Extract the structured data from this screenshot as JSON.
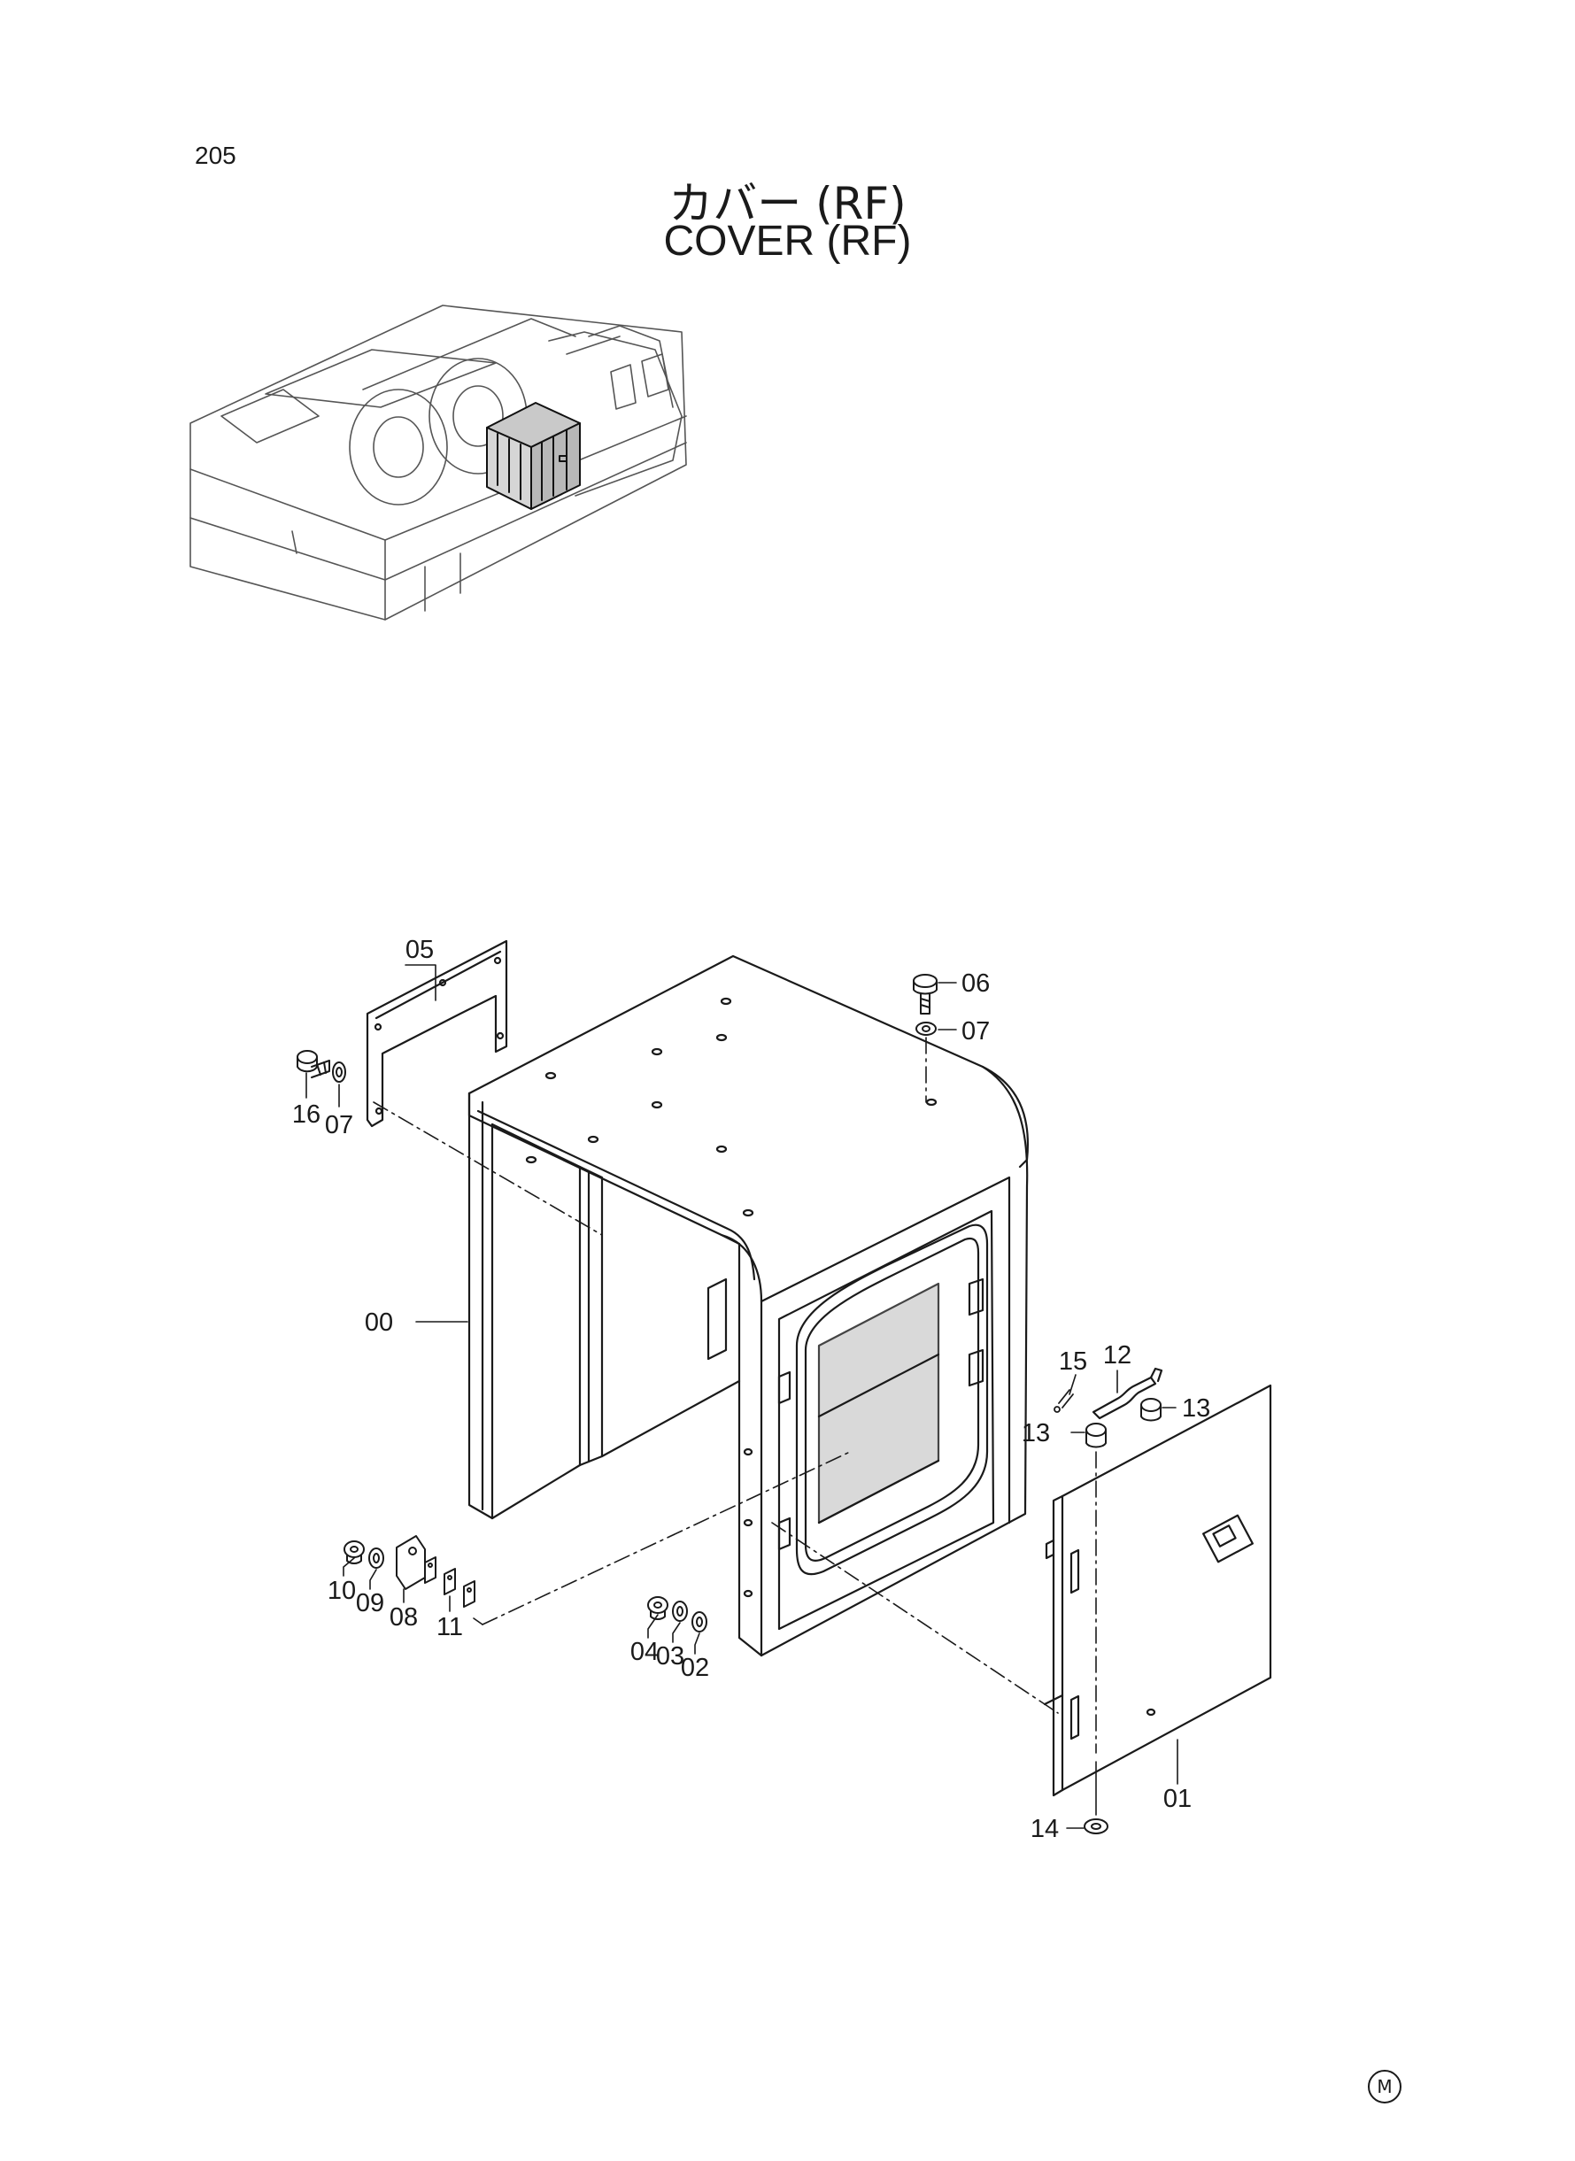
{
  "header": {
    "page_number": "205",
    "title_jp": "カバー (RF)",
    "title_en": "COVER (RF)"
  },
  "parts": {
    "p00": "00",
    "p01": "01",
    "p02": "02",
    "p03": "03",
    "p04": "04",
    "p05": "05",
    "p06": "06",
    "p07a": "07",
    "p07b": "07",
    "p08": "08",
    "p09": "09",
    "p10": "10",
    "p11": "11",
    "p12": "12",
    "p13a": "13",
    "p13b": "13",
    "p14": "14",
    "p15": "15",
    "p16": "16"
  },
  "footer": {
    "mark": "M"
  }
}
